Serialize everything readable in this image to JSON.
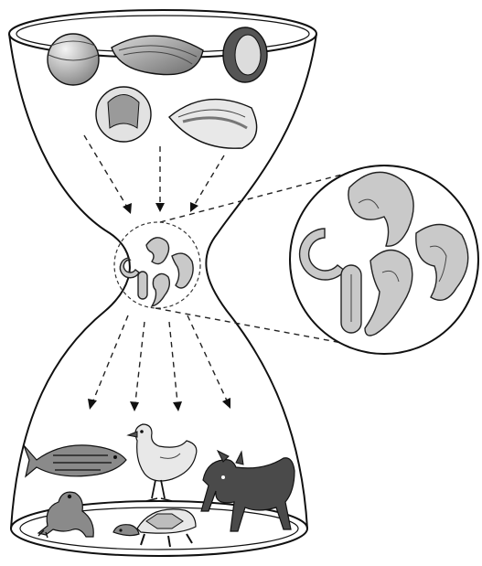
{
  "figure": {
    "kind": "developmental hourglass illustration",
    "colors": {
      "outline": "#111111",
      "embryo_fill": "#c9c9c9",
      "background": "#ffffff"
    },
    "top_group": [
      "sphere-embryo",
      "sliced-disc-embryo",
      "ring-embryo",
      "cutaway-sphere-embryo",
      "leaf-embryo"
    ],
    "middle_group": [
      "c-shaped-embryo",
      "curled-embryo-a",
      "curled-embryo-b",
      "rod-embryo",
      "elongated-embryo"
    ],
    "bottom_group": [
      "fish-icon",
      "chicken-icon",
      "dog-icon",
      "frog-icon",
      "turtle-icon"
    ]
  }
}
